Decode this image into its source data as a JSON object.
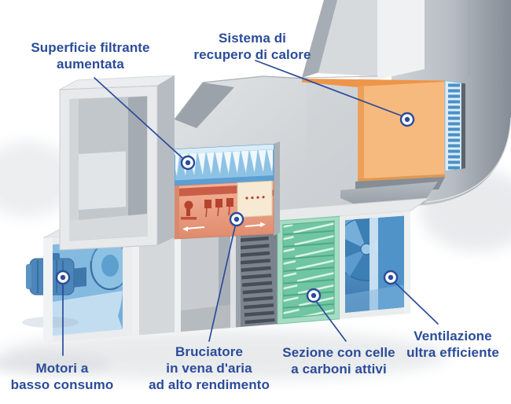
{
  "colors": {
    "accent": "#2b4c99",
    "filter_blue": "#8ec2e4",
    "burner_salmon": "#e89b7d",
    "heat_recovery_orange": "#f6b97e",
    "coil_blue": "#4a90c6",
    "motor_blue": "#4c86ba",
    "fan_blue": "#4f93c8",
    "carbon_green": "#6fc6a0",
    "duct_gray": "#b9bfc5"
  },
  "callouts": {
    "filter": {
      "line1": "Superficie filtrante",
      "line2": "aumentata"
    },
    "heat_recovery": {
      "line1": "Sistema di",
      "line2": "recupero di calore"
    },
    "motors": {
      "line1": "Motori a",
      "line2": "basso consumo"
    },
    "burner": {
      "line1": "Bruciatore",
      "line2": "in vena d'aria",
      "line3": "ad alto rendimento"
    },
    "carbon": {
      "line1": "Sezione con celle",
      "line2": "a carboni attivi"
    },
    "ventilation": {
      "line1": "Ventilazione",
      "line2": "ultra efficiente"
    }
  }
}
